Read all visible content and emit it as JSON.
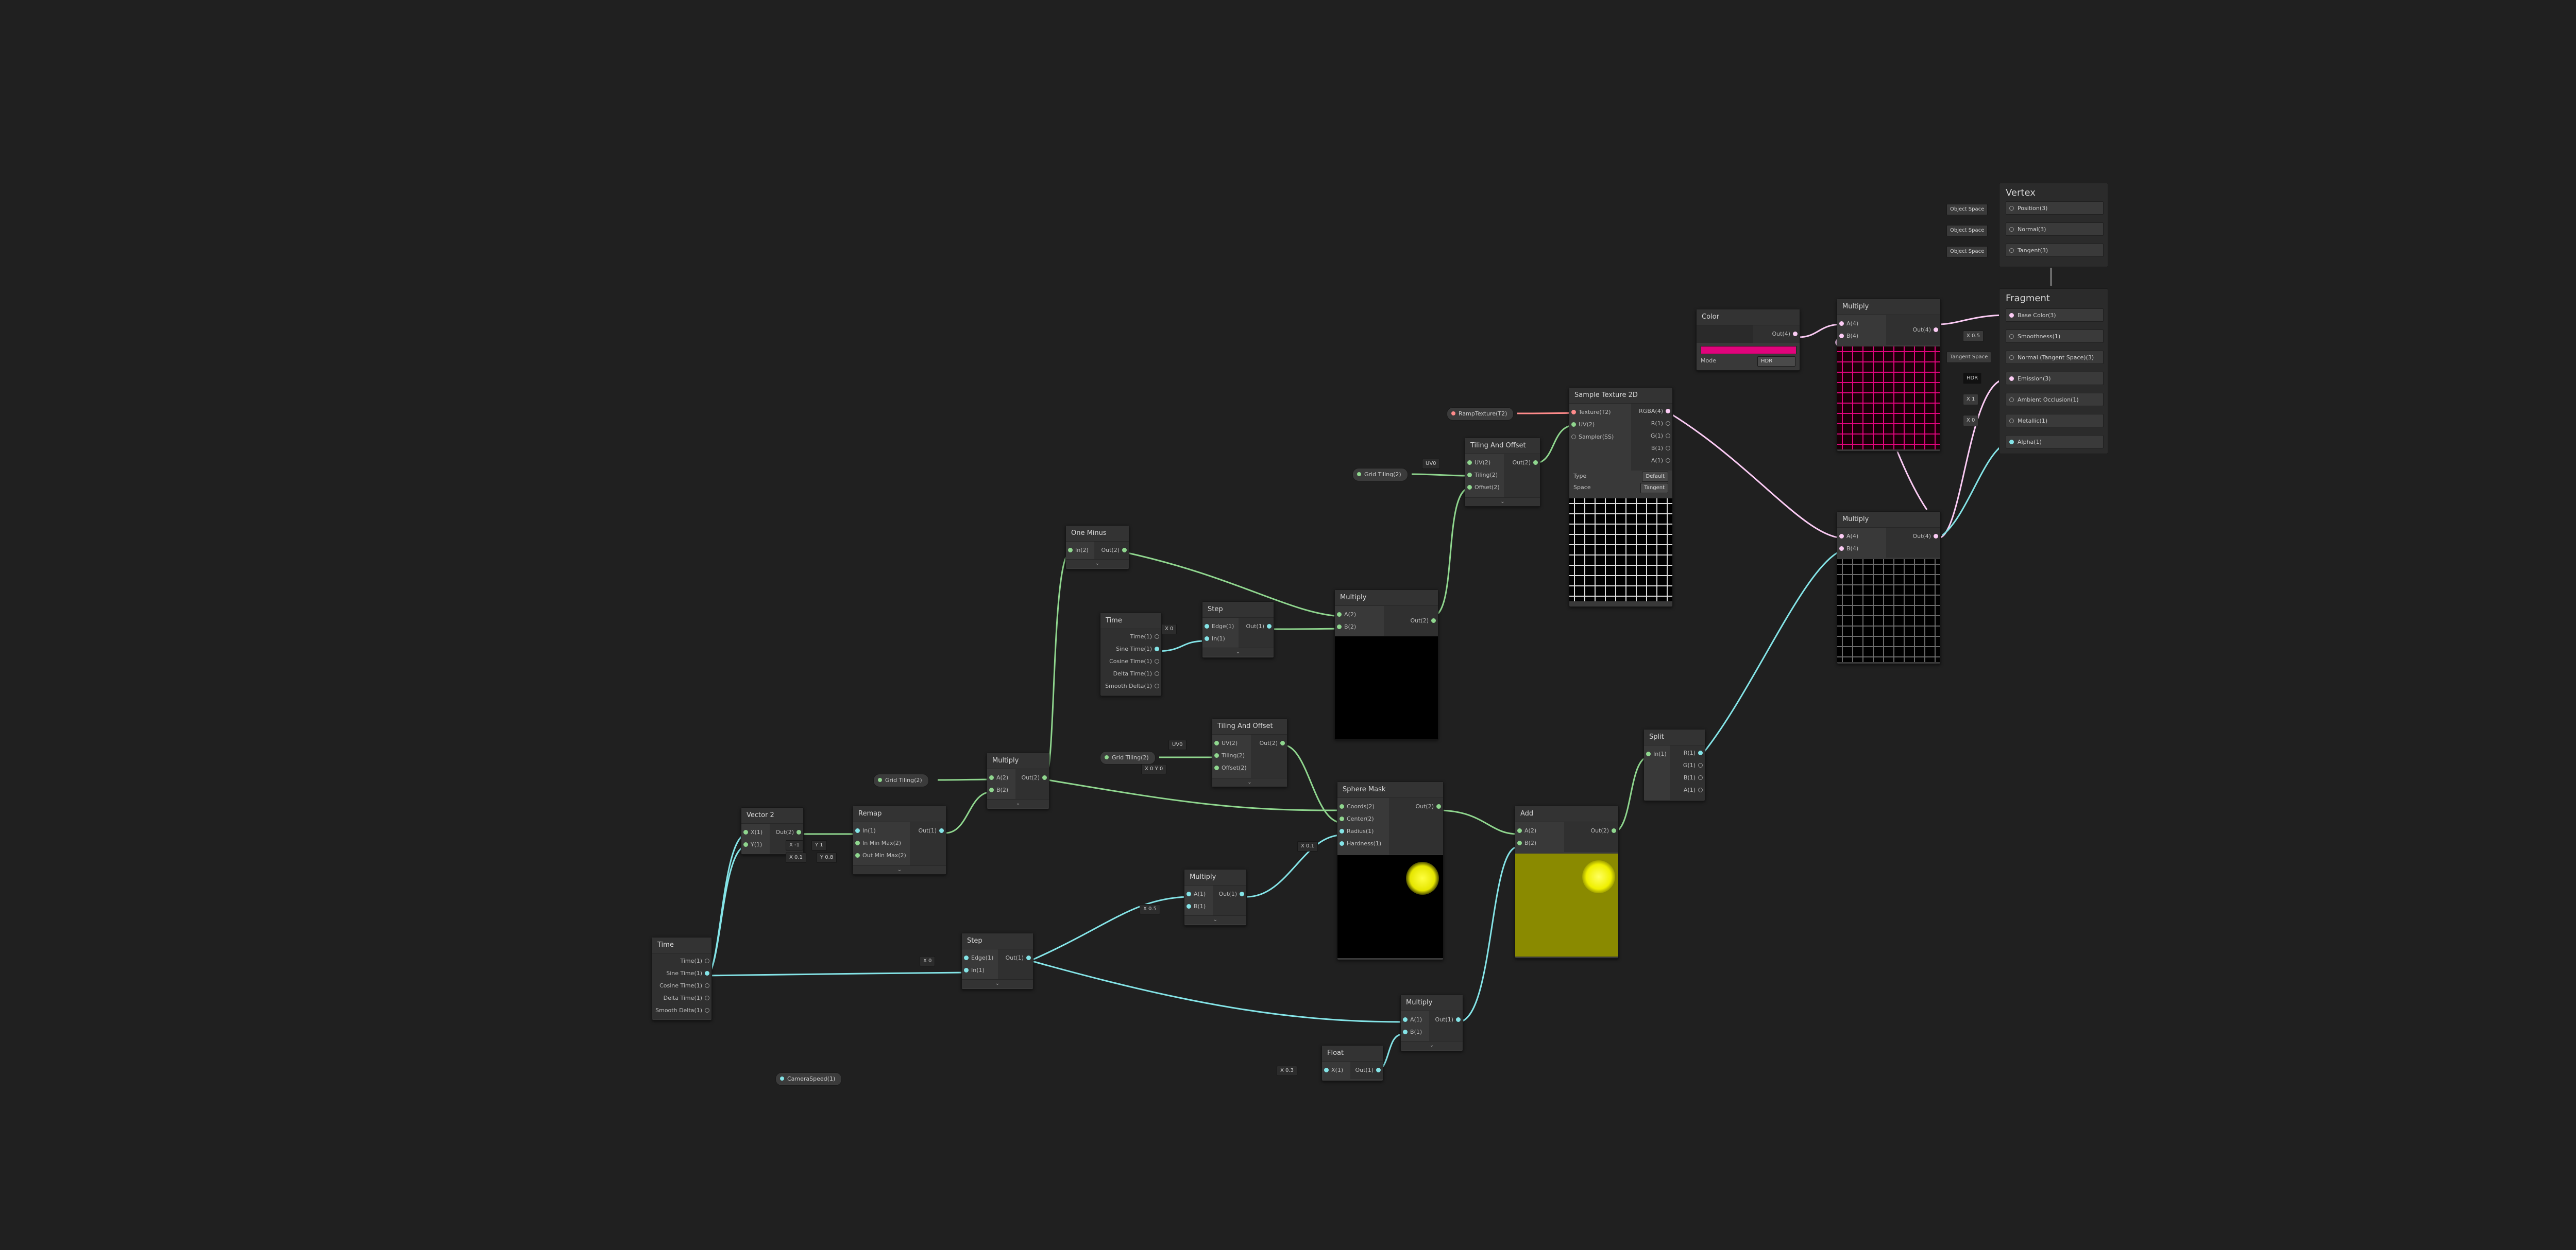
{
  "colors": {
    "background": "#202020",
    "wire_float": "#84e4e7",
    "wire_vector2": "#8fd68e",
    "wire_vector4": "#fbcbf4",
    "wire_texture": "#ff8b8b",
    "color_swatch": "#e0047c",
    "sphere_yellow": "#e6e600",
    "add_preview": "#8a8a00"
  },
  "nodes": {
    "time_a": {
      "title": "Time",
      "outputs": [
        "Time(1)",
        "Sine Time(1)",
        "Cosine Time(1)",
        "Delta Time(1)",
        "Smooth Delta(1)"
      ]
    },
    "time_b": {
      "title": "Time",
      "outputs": [
        "Time(1)",
        "Sine Time(1)",
        "Cosine Time(1)",
        "Delta Time(1)",
        "Smooth Delta(1)"
      ]
    },
    "vector2": {
      "title": "Vector 2",
      "inputs": [
        "X(1)",
        "Y(1)"
      ],
      "outputs": [
        "Out(2)"
      ]
    },
    "remap": {
      "title": "Remap",
      "inputs": [
        "In(1)",
        "In Min Max(2)",
        "Out Min Max(2)"
      ],
      "outputs": [
        "Out(1)"
      ],
      "fields": [
        "X -1",
        "Y 1",
        "X 0.1",
        "Y 0.8"
      ]
    },
    "multiply_a": {
      "title": "Multiply",
      "inputs": [
        "A(2)",
        "B(2)"
      ],
      "outputs": [
        "Out(2)"
      ]
    },
    "one_minus": {
      "title": "One Minus",
      "inputs": [
        "In(2)"
      ],
      "outputs": [
        "Out(2)"
      ]
    },
    "step_a": {
      "title": "Step",
      "inputs": [
        "Edge(1)",
        "In(1)"
      ],
      "outputs": [
        "Out(1)"
      ],
      "field": "X 0"
    },
    "step_b": {
      "title": "Step",
      "inputs": [
        "Edge(1)",
        "In(1)"
      ],
      "outputs": [
        "Out(1)"
      ],
      "field": "X 0"
    },
    "multiply_b": {
      "title": "Multiply",
      "inputs": [
        "A(2)",
        "B(2)"
      ],
      "outputs": [
        "Out(2)"
      ]
    },
    "tiling_a": {
      "title": "Tiling And Offset",
      "inputs": [
        "UV(2)",
        "Tiling(2)",
        "Offset(2)"
      ],
      "outputs": [
        "Out(2)"
      ],
      "uv_field": "UV0",
      "offset_field": "X 0  Y 0"
    },
    "tiling_b": {
      "title": "Tiling And Offset",
      "inputs": [
        "UV(2)",
        "Tiling(2)",
        "Offset(2)"
      ],
      "outputs": [
        "Out(2)"
      ],
      "uv_field": "UV0"
    },
    "sample_texture": {
      "title": "Sample Texture 2D",
      "inputs": [
        "Texture(T2)",
        "UV(2)",
        "Sampler(SS)"
      ],
      "outputs": [
        "RGBA(4)",
        "R(1)",
        "G(1)",
        "B(1)",
        "A(1)"
      ],
      "type_label": "Type",
      "type_value": "Default",
      "space_label": "Space",
      "space_value": "Tangent"
    },
    "sphere_mask": {
      "title": "Sphere Mask",
      "inputs": [
        "Coords(2)",
        "Center(2)",
        "Radius(1)",
        "Hardness(1)"
      ],
      "outputs": [
        "Out(2)"
      ],
      "field": "X 0.1"
    },
    "multiply_c": {
      "title": "Multiply",
      "inputs": [
        "A(1)",
        "B(1)"
      ],
      "outputs": [
        "Out(1)"
      ],
      "field": "X 0.5"
    },
    "add": {
      "title": "Add",
      "inputs": [
        "A(2)",
        "B(2)"
      ],
      "outputs": [
        "Out(2)"
      ]
    },
    "multiply_d": {
      "title": "Multiply",
      "inputs": [
        "A(1)",
        "B(1)"
      ],
      "outputs": [
        "Out(1)"
      ]
    },
    "float": {
      "title": "Float",
      "inputs": [
        "X(1)"
      ],
      "outputs": [
        "Out(1)"
      ],
      "field": "X 0.3"
    },
    "split": {
      "title": "Split",
      "inputs": [
        "In(1)"
      ],
      "outputs": [
        "R(1)",
        "G(1)",
        "B(1)",
        "A(1)"
      ]
    },
    "color": {
      "title": "Color",
      "outputs": [
        "Out(4)"
      ],
      "mode_label": "Mode",
      "mode_value": "HDR"
    },
    "multiply_e": {
      "title": "Multiply",
      "inputs": [
        "A(4)",
        "B(4)"
      ],
      "outputs": [
        "Out(4)"
      ]
    },
    "multiply_f": {
      "title": "Multiply",
      "inputs": [
        "A(4)",
        "B(4)"
      ],
      "outputs": [
        "Out(4)"
      ]
    }
  },
  "properties": {
    "grid_speed_a": "Grid Tiling(2)",
    "grid_speed_b": "Grid Tiling(2)",
    "grid_speed_c": "Grid Tiling(2)",
    "texture_prop": "RampTexture(T2)",
    "hidden_prop": "CameraSpeed(1)"
  },
  "vertex": {
    "title": "Vertex",
    "slots": [
      "Position(3)",
      "Normal(3)",
      "Tangent(3)"
    ],
    "ext_labels": [
      "Object Space",
      "Object Space",
      "Object Space"
    ]
  },
  "fragment": {
    "title": "Fragment",
    "slots": [
      "Base Color(3)",
      "Smoothness(1)",
      "Normal (Tangent Space)(3)",
      "Emission(3)",
      "Ambient Occlusion(1)",
      "Metallic(1)",
      "Alpha(1)"
    ],
    "ext_labels": [
      "",
      "X 0.5",
      "Tangent Space",
      "HDR",
      "X 1",
      "X 0",
      ""
    ]
  }
}
